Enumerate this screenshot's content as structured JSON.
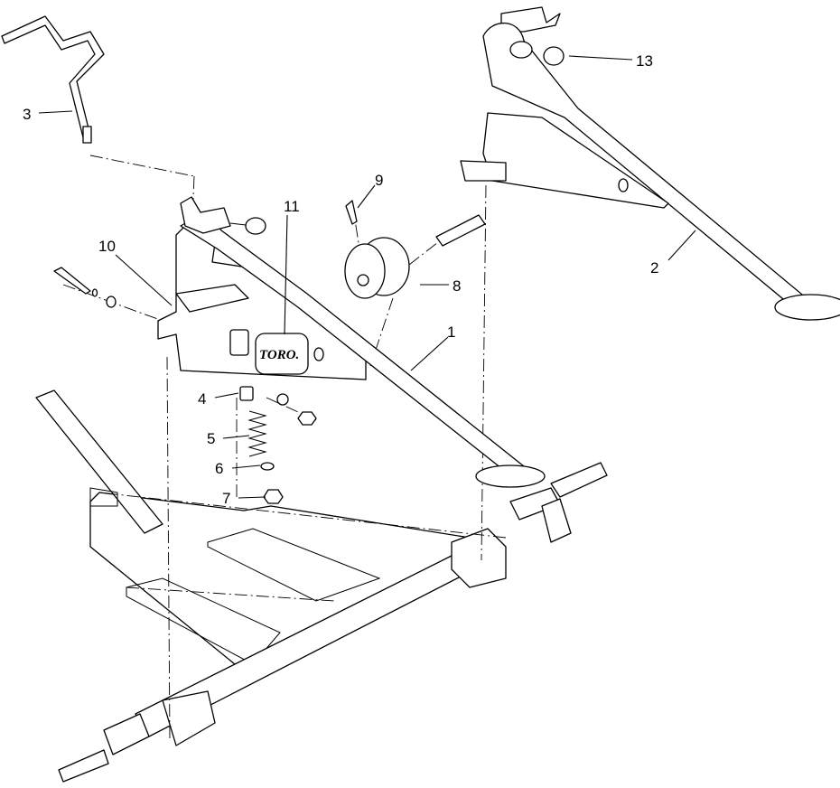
{
  "diagram": {
    "logo": "TORO.",
    "callouts": [
      {
        "id": "c1",
        "label": "1"
      },
      {
        "id": "c2",
        "label": "2"
      },
      {
        "id": "c3",
        "label": "3"
      },
      {
        "id": "c4",
        "label": "4"
      },
      {
        "id": "c5",
        "label": "5"
      },
      {
        "id": "c6",
        "label": "6"
      },
      {
        "id": "c7",
        "label": "7"
      },
      {
        "id": "c8",
        "label": "8"
      },
      {
        "id": "c9",
        "label": "9"
      },
      {
        "id": "c10",
        "label": "10"
      },
      {
        "id": "c11",
        "label": "11"
      },
      {
        "id": "c13",
        "label": "13"
      }
    ]
  }
}
